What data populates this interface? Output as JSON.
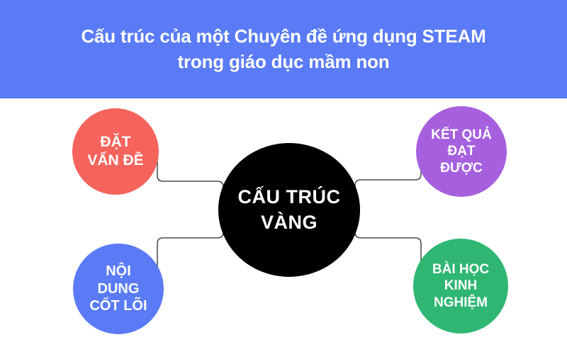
{
  "header": {
    "title": "Cấu trúc của một Chuyên đề ứng dụng STEAM\ntrong giáo dục mầm non",
    "background_color": "#5a7bf5",
    "text_color": "#ffffff"
  },
  "diagram": {
    "type": "hub-and-spoke",
    "center": {
      "id": "cau-truc-vang",
      "label": "CẤU TRÚC\nVÀNG",
      "color": "#000000",
      "text_color": "#ffffff"
    },
    "nodes": [
      {
        "id": "dat-van-de",
        "label": "ĐẶT\nVẤN ĐỀ",
        "color": "#f4645c",
        "text_color": "#ffffff",
        "position": "top-left"
      },
      {
        "id": "ket-qua-dat-duoc",
        "label": "KẾT QUẢ\nĐẠT\nĐƯỢC",
        "color": "#a660de",
        "text_color": "#ffffff",
        "position": "top-right"
      },
      {
        "id": "noi-dung-cot-loi",
        "label": "NỘI\nDUNG\nCỐT  LÕI",
        "color": "#5a7bf5",
        "text_color": "#ffffff",
        "position": "bottom-left"
      },
      {
        "id": "bai-hoc-kinh-nghiem",
        "label": "BÀI HỌC\nKINH\nNGHIỆM",
        "color": "#2fb673",
        "text_color": "#ffffff",
        "position": "bottom-right"
      }
    ],
    "connector_color": "#2b2b2b",
    "background_color": "#ffffff"
  }
}
